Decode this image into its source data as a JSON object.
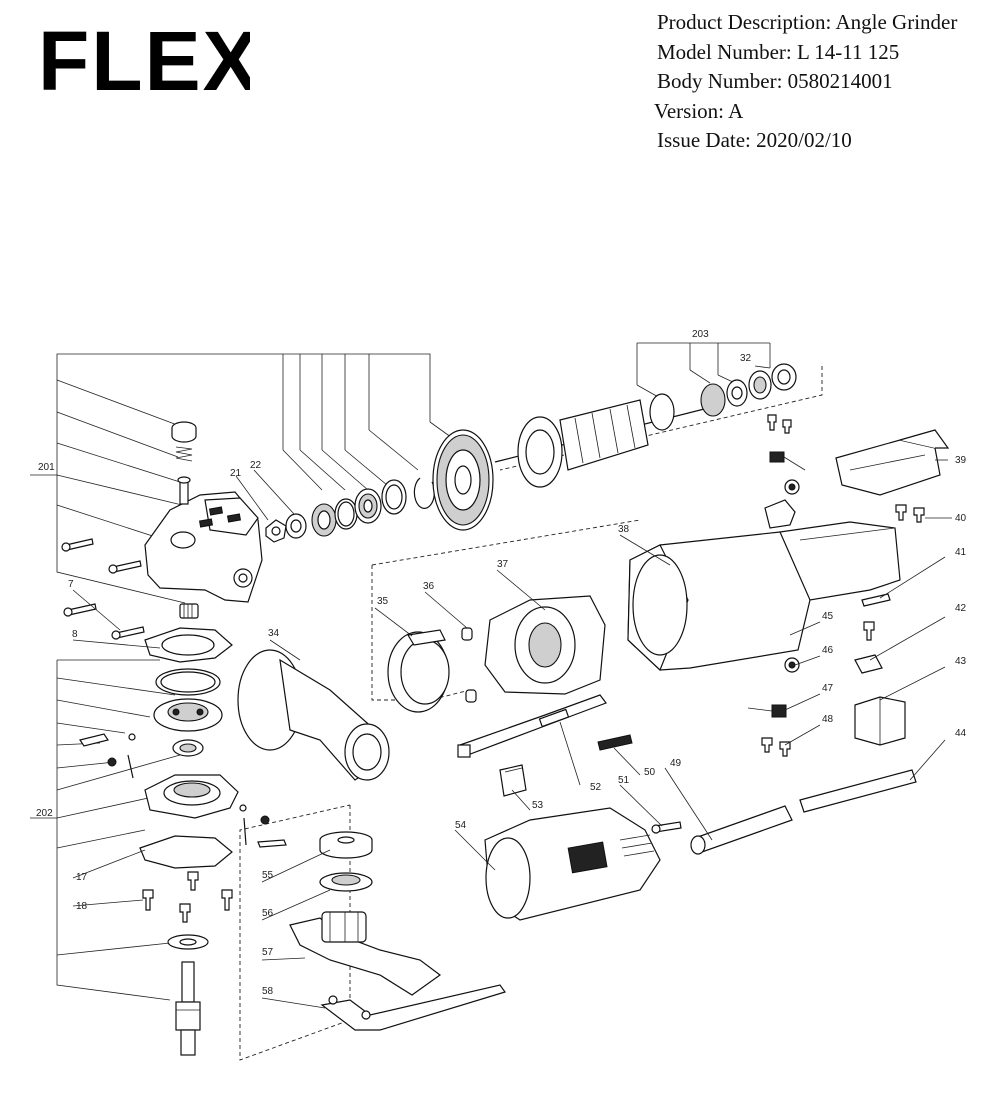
{
  "brand": {
    "logo_text": "FLEX"
  },
  "header": {
    "product_description": "Product Description: Angle Grinder",
    "model_number": "Model Number: L 14-11 125",
    "body_number": "Body Number: 0580214001",
    "version": "Version: A",
    "issue_date": "Issue Date: 2020/02/10"
  },
  "callouts": {
    "c203": "203",
    "c32": "32",
    "c201": "201",
    "c21": "21",
    "c22": "22",
    "c39": "39",
    "c40": "40",
    "c41": "41",
    "c42": "42",
    "c43": "43",
    "c44": "44",
    "c45": "45",
    "c46": "46",
    "c47": "47",
    "c48": "48",
    "c49": "49",
    "c50": "50",
    "c51": "51",
    "c52": "52",
    "c53": "53",
    "c54": "54",
    "c55": "55",
    "c56": "56",
    "c57": "57",
    "c58": "58",
    "c34": "34",
    "c35": "35",
    "c36": "36",
    "c37": "37",
    "c38": "38",
    "c7": "7",
    "c8": "8",
    "c17": "17",
    "c18": "18",
    "c202": "202"
  }
}
